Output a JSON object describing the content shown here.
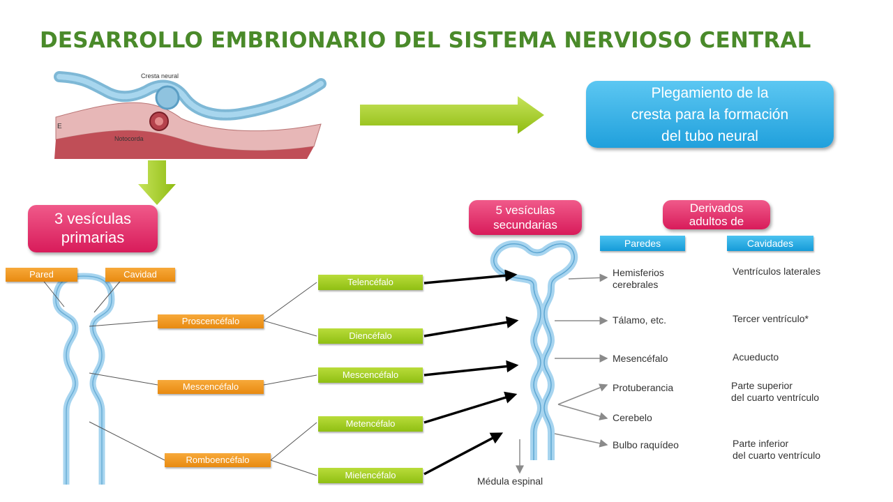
{
  "title": "DESARROLLO EMBRIONARIO DEL SISTEMA NERVIOSO CENTRAL",
  "illustration": {
    "label_cresta": "Cresta neural",
    "label_notocorda": "Notocorda",
    "label_e": "E"
  },
  "callout_blue": {
    "line1": "Plegamiento de la",
    "line2": "cresta para la formación",
    "line3": "del tubo neural"
  },
  "callout_primary": {
    "line1": "3 vesículas",
    "line2": "primarias"
  },
  "callout_secondary": {
    "line1": "5 vesículas",
    "line2": "secundarias"
  },
  "callout_derivados": {
    "line1": "Derivados",
    "line2": "adultos de"
  },
  "headers": {
    "paredes": "Paredes",
    "cavidades": "Cavidades",
    "pared": "Pared",
    "cavidad": "Cavidad"
  },
  "primary_vesicles": [
    "Proscencéfalo",
    "Mescencéfalo",
    "Romboencéfalo"
  ],
  "secondary_vesicles": [
    "Telencéfalo",
    "Diencéfalo",
    "Mescencéfalo",
    "Metencéfalo",
    "Mielencéfalo"
  ],
  "walls": [
    {
      "line1": "Hemisferios",
      "line2": "cerebrales"
    },
    {
      "line1": "Tálamo, etc.",
      "line2": ""
    },
    {
      "line1": "Mesencéfalo",
      "line2": ""
    },
    {
      "line1": "Protuberancia",
      "line2": ""
    },
    {
      "line1": "Cerebelo",
      "line2": ""
    },
    {
      "line1": "Bulbo raquídeo",
      "line2": ""
    }
  ],
  "cavities": [
    {
      "line1": "Ventrículos laterales",
      "line2": ""
    },
    {
      "line1": "Tercer ventrículo*",
      "line2": ""
    },
    {
      "line1": "Acueducto",
      "line2": ""
    },
    {
      "line1": "Parte superior",
      "line2": "del cuarto ventrículo"
    },
    {
      "line1": "Parte inferior",
      "line2": "del cuarto ventrículo"
    }
  ],
  "medula": "Médula espinal",
  "colors": {
    "title": "#4a8a2a",
    "arrow_green": "#a8d11e",
    "bubble_blue": "#1e9fdb",
    "bubble_pink": "#e0245f",
    "tag_orange": "#f29a1f",
    "tag_green": "#9ccb1a",
    "tube": "#a6d4ef"
  }
}
